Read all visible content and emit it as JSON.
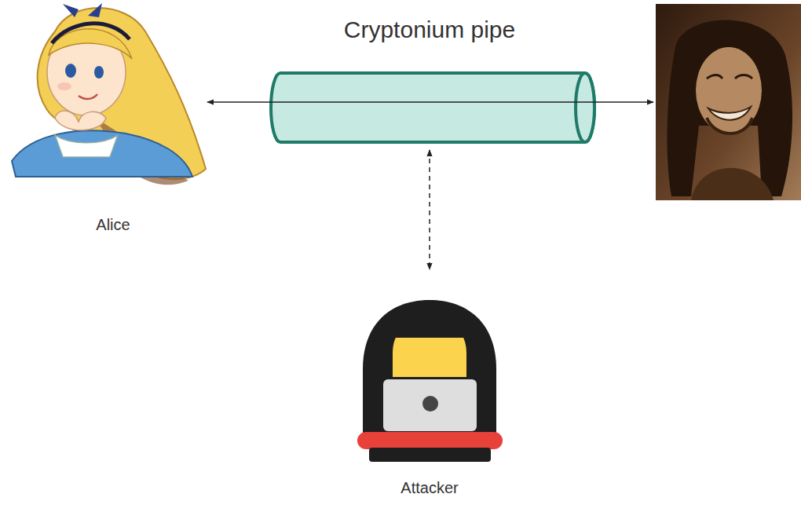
{
  "diagram": {
    "nodes": [
      {
        "text": [
          "Alice"
        ]
      },
      {
        "text": [
          "Cryptonium pipe"
        ]
      },
      {
        "text": [
          "Attacker"
        ]
      }
    ],
    "edges": [
      {
        "from": 1,
        "to": 2,
        "arrow": "both"
      }
    ]
  }
}
